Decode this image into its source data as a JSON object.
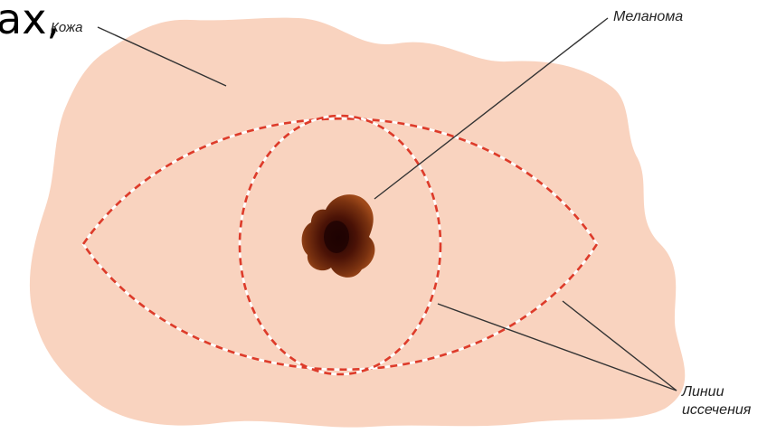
{
  "header_fragment": "ах,",
  "labels": {
    "skin": "Кожа",
    "melanoma": "Меланома",
    "excision_lines_line1": "Линии",
    "excision_lines_line2": "иссечения"
  },
  "colors": {
    "skin": "#f9d3bf",
    "excision_line_red": "#dd3b2a",
    "excision_line_white": "#ffffff",
    "melanoma_outer": "#8b3a12",
    "melanoma_core": "#2a0606",
    "leader_line": "#333333"
  }
}
